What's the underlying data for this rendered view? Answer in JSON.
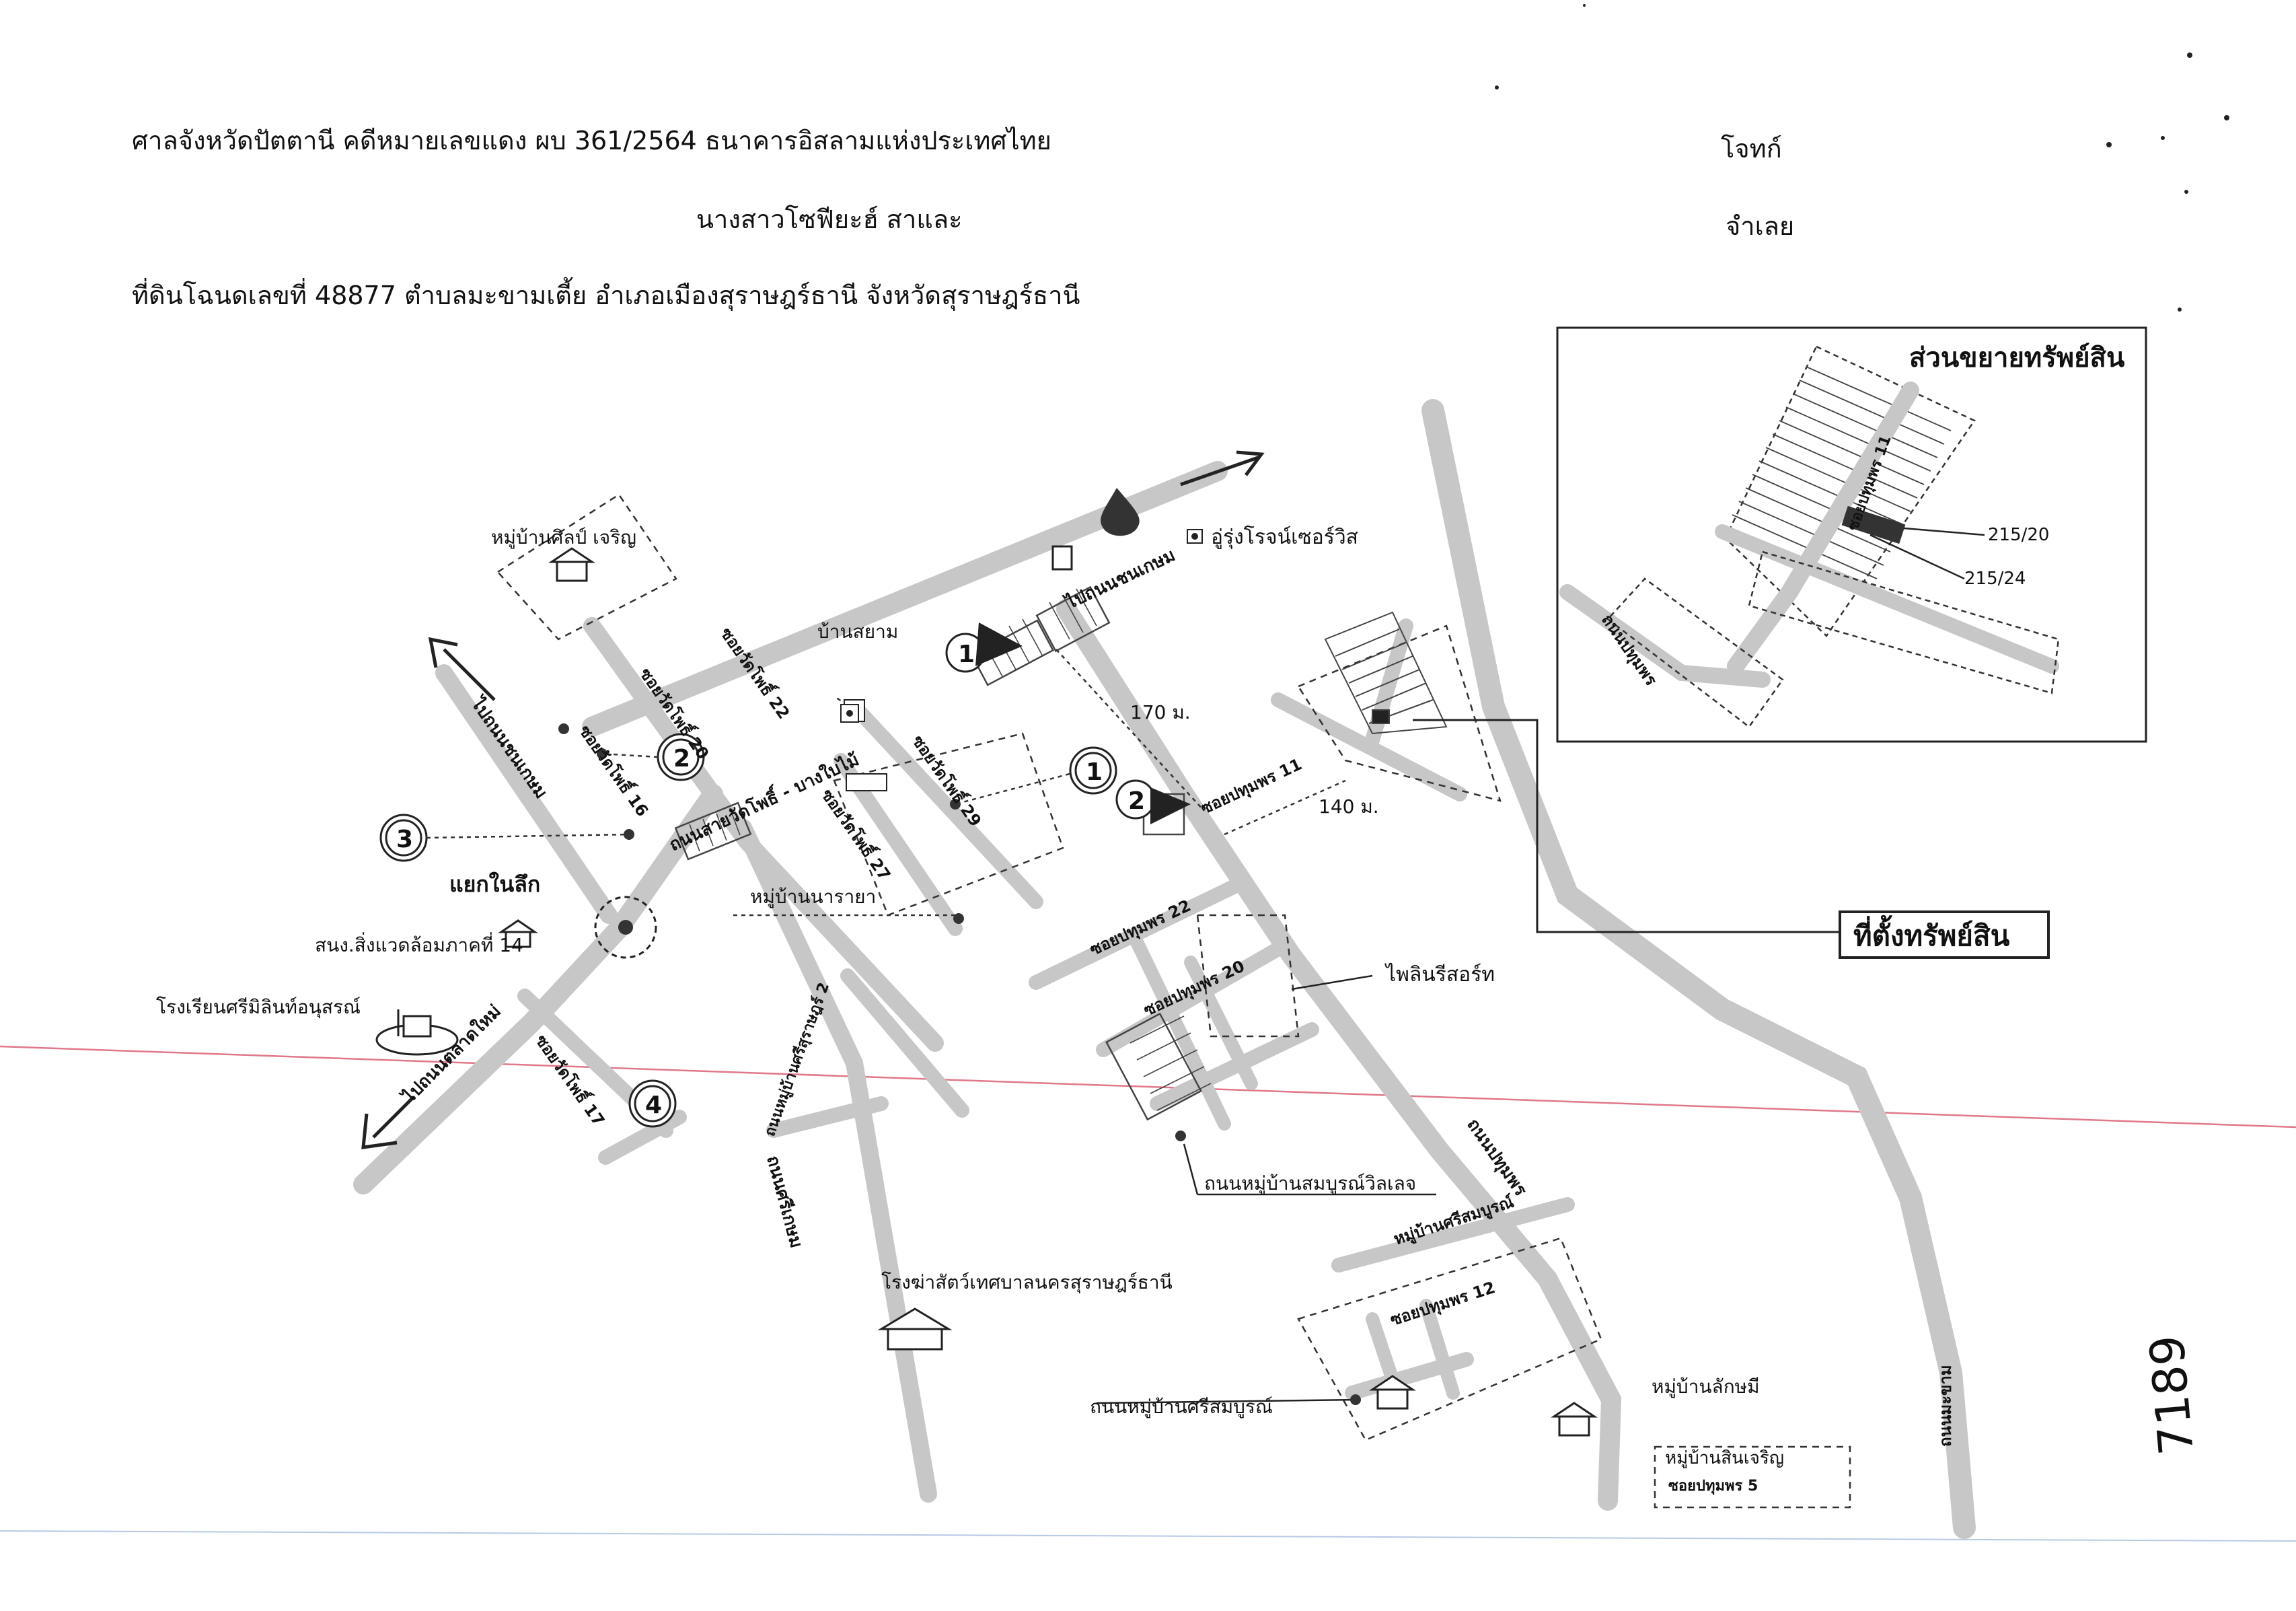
{
  "header": {
    "line1_court": "ศาลจังหวัดปัตตานี คดีหมายเลขแดง ผบ 361/2564 ธนาคารอิสลามแห่งประเทศไทย",
    "plaintiff_label": "โจทก์",
    "line2_defendant": "นางสาวโซฟียะฮ์ สาและ",
    "defendant_label": "จำเลย",
    "line3_land": "ที่ดินโฉนดเลขที่ 48877 ตำบลมะขามเตี้ย อำเภอเมืองสุราษฎร์ธานี จังหวัดสุราษฎร์ธานี"
  },
  "inset": {
    "title": "ส่วนขยายทรัพย์สิน",
    "parcel_a": "215/20",
    "parcel_b": "215/24",
    "soi_label": "ซอยปทุมพร 11",
    "road_label": "ถนนปทุมพร"
  },
  "map_labels": {
    "village_silpa": "หมู่บ้านศิลป์ เจริญ",
    "to_khanom_top": "ไปถนนชนเกษม",
    "u_rung_resort": "อู่รุ่งโรจน์เซอร์วิส",
    "ban_sayam": "บ้านสยาม",
    "soi_wat_pho_22": "ซอยวัดโพธิ์ 22",
    "soi_wat_pho_20": "ซอยวัดโพธิ์ 20",
    "soi_wat_pho_16": "ซอยวัดโพธิ์ 16",
    "soi_wat_pho_29": "ซอยวัดโพธิ์ 29",
    "soi_wat_pho_27": "ซอยวัดโพธิ์ 27",
    "soi_wat_pho_17": "ซอยวัดโพธิ์ 17",
    "road_watpho_bangbai": "ถนนสายวัดโพธิ์ - บางใบไม้",
    "to_khanom_left": "ไปถนนชนเกษม",
    "to_talad_mai": "ไปถนนตลาดใหม่",
    "dist_170": "170 ม.",
    "dist_140": "140 ม.",
    "soi_pathum_11": "ซอยปทุมพร 11",
    "soi_pathum_22": "ซอยปทุมพร 22",
    "soi_pathum_20": "ซอยปทุมพร 20",
    "soi_pathum_12": "ซอยปทุมพร 12",
    "soi_pathum_5": "ซอยปทุมพร 5",
    "village_naraya": "หมู่บ้านนารายา",
    "intersection": "แยกในลึก",
    "sanong": "สนง.สิ่งแวดล้อมภาคที่ 14",
    "school": "โรงเรียนศรีมิลินท์อนุสรณ์",
    "property_location": "ที่ตั้งทรัพย์สิน",
    "pailin_resort": "ไพลินรีสอร์ท",
    "road_somboon": "ถนนหมู่บ้านสมบูรณ์วิลเลจ",
    "road_pathum": "ถนนปทุมพร",
    "road_sri_kasem": "ถนนศรีเกษม",
    "road_srisathan": "ถนนหมู่บ้านศรีสุราษฎร์ 2",
    "slaughterhouse": "โรงฆ่าสัตว์เทศบาลนครสุราษฎร์ธานี",
    "village_sri_somboon": "หมู่บ้านศรีสมบูรณ์",
    "road_sri_somboon": "ถนนหมู่บ้านศรีสมบูรณ์",
    "village_lakshmi": "หมู่บ้านลักษมี",
    "village_sin_charoen": "หมู่บ้านสินเจริญ",
    "road_makham": "ถนนมะขาม",
    "marker_1": "1",
    "marker_2": "2",
    "marker_3": "3",
    "marker_4": "4"
  },
  "handwriting": "7189",
  "icons": {
    "water": "water-drop-icon",
    "house": "house-icon",
    "school": "school-icon",
    "factory": "building-icon"
  }
}
